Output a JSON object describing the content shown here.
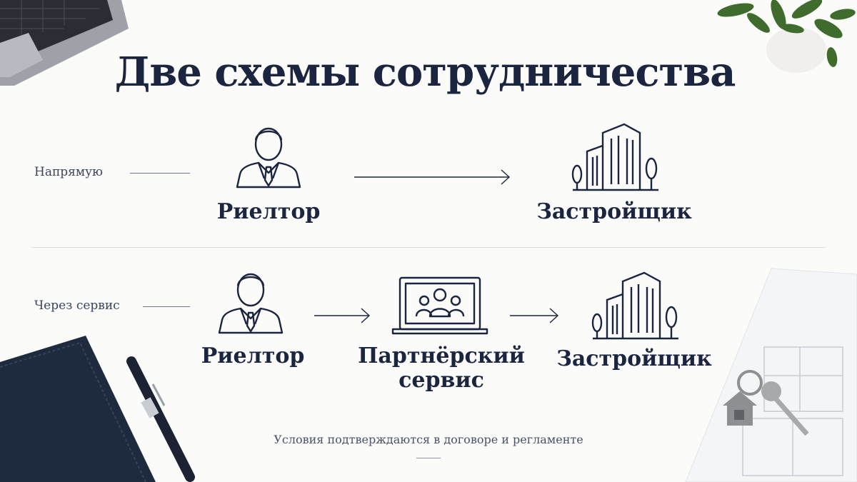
{
  "title": "Две схемы сотрудничества",
  "rows": {
    "direct": {
      "label": "Напрямую",
      "from": "Риелтор",
      "to": "Застройщик"
    },
    "service": {
      "label": "Через сервис",
      "from": "Риелтор",
      "via_line1": "Партнёрский",
      "via_line2": "сервис",
      "to": "Застройщик"
    }
  },
  "footer": "Условия подтверждаются в договоре и регламенте",
  "colors": {
    "navy": "#1c2540",
    "muted": "#4a5268",
    "background": "#fbfbfa"
  },
  "icons": [
    "person-icon",
    "building-icon",
    "laptop-group-icon",
    "arrow-right-icon"
  ]
}
